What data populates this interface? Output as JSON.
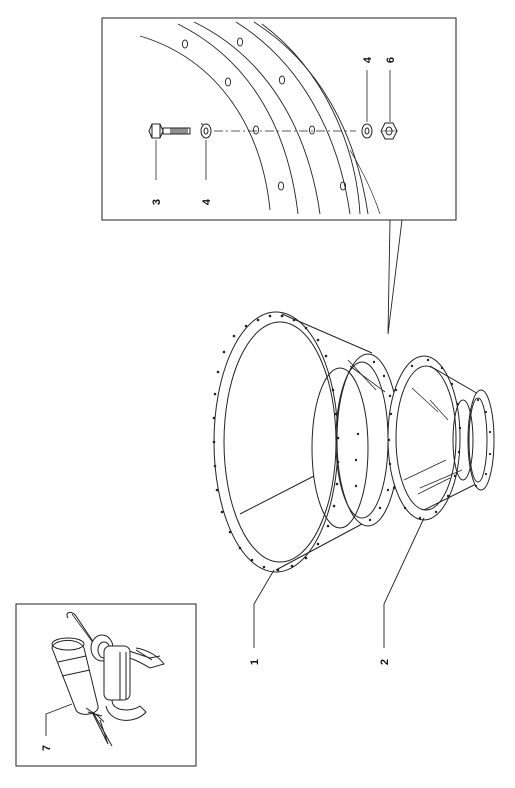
{
  "colors": {
    "ink": "#1a1a1a",
    "line": "#222222",
    "background": "#ffffff"
  },
  "callouts": {
    "c1": "1",
    "c2": "2",
    "c3": "3",
    "c4a": "4",
    "c4b": "4",
    "c6": "6",
    "c7": "7"
  },
  "parts": {
    "large-cone": "cone-transition",
    "small-cone": "cone-reducer",
    "bolt": "hex-bolt",
    "washer": "flat-washer",
    "nut": "hex-nut",
    "kit": "sealant-caulking-gun"
  }
}
